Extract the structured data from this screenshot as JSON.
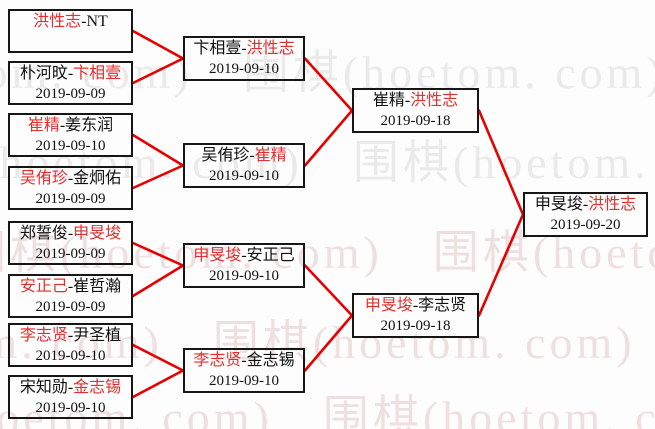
{
  "sep": "-",
  "watermark": {
    "text": "围棋(hoetom. com)"
  },
  "colors": {
    "winner_text": "#e03030",
    "connector": "#e60000",
    "box_border": "#161616"
  },
  "bracket": {
    "round1": [
      {
        "first": "洪性志",
        "second": "NT",
        "date": "",
        "winner": 1
      },
      {
        "first": "朴河旼",
        "second": "卞相壹",
        "date": "2019-09-09",
        "winner": 2
      },
      {
        "first": "崔精",
        "second": "姜东润",
        "date": "2019-09-10",
        "winner": 1
      },
      {
        "first": "吴侑珍",
        "second": "金炯佑",
        "date": "2019-09-09",
        "winner": 1
      },
      {
        "first": "郑誓俊",
        "second": "申旻埈",
        "date": "2019-09-09",
        "winner": 2
      },
      {
        "first": "安正己",
        "second": "崔哲瀚",
        "date": "2019-09-09",
        "winner": 1
      },
      {
        "first": "李志贤",
        "second": "尹圣植",
        "date": "2019-09-10",
        "winner": 1
      },
      {
        "first": "宋知勋",
        "second": "金志锡",
        "date": "2019-09-10",
        "winner": 2
      }
    ],
    "round2": [
      {
        "first": "卞相壹",
        "second": "洪性志",
        "date": "2019-09-10",
        "winner": 2
      },
      {
        "first": "吴侑珍",
        "second": "崔精",
        "date": "2019-09-10",
        "winner": 2
      },
      {
        "first": "申旻埈",
        "second": "安正己",
        "date": "2019-09-10",
        "winner": 1
      },
      {
        "first": "李志贤",
        "second": "金志锡",
        "date": "2019-09-10",
        "winner": 1
      }
    ],
    "semifinals": [
      {
        "first": "崔精",
        "second": "洪性志",
        "date": "2019-09-18",
        "winner": 2
      },
      {
        "first": "申旻埈",
        "second": "李志贤",
        "date": "2019-09-18",
        "winner": 1
      }
    ],
    "final": [
      {
        "first": "申旻埈",
        "second": "洪性志",
        "date": "2019-09-20",
        "winner": 2
      }
    ]
  }
}
